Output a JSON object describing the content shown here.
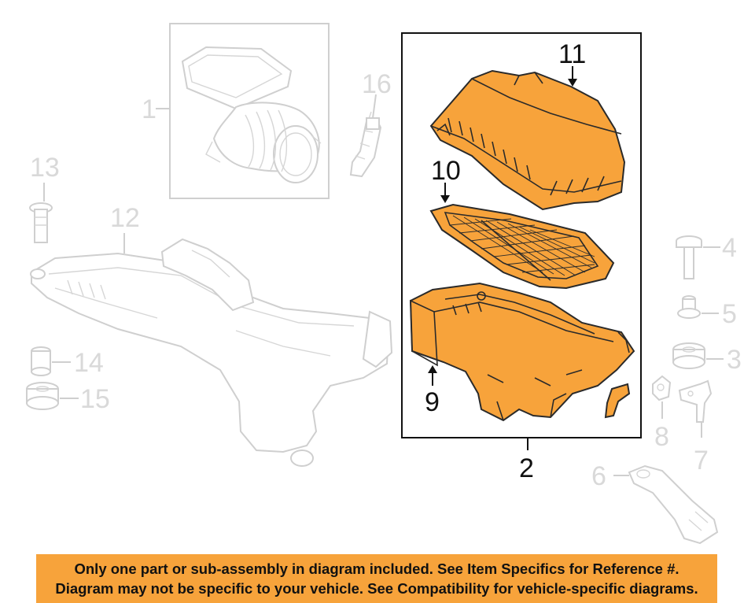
{
  "diagram": {
    "callouts": {
      "c1": "1",
      "c2": "2",
      "c3": "3",
      "c4": "4",
      "c5": "5",
      "c6": "6",
      "c7": "7",
      "c8": "8",
      "c9": "9",
      "c10": "10",
      "c11": "11",
      "c12": "12",
      "c13": "13",
      "c14": "14",
      "c15": "15",
      "c16": "16"
    },
    "colors": {
      "highlight": "#f7a33b",
      "ghost": "#cfcfcf",
      "banner": "#f7a33b"
    }
  },
  "banner": {
    "line1": "Only one part or sub-assembly in diagram included. See Item Specifics for Reference #.",
    "line2": "Diagram may not be specific to your vehicle. See Compatibility for vehicle-specific diagrams."
  }
}
